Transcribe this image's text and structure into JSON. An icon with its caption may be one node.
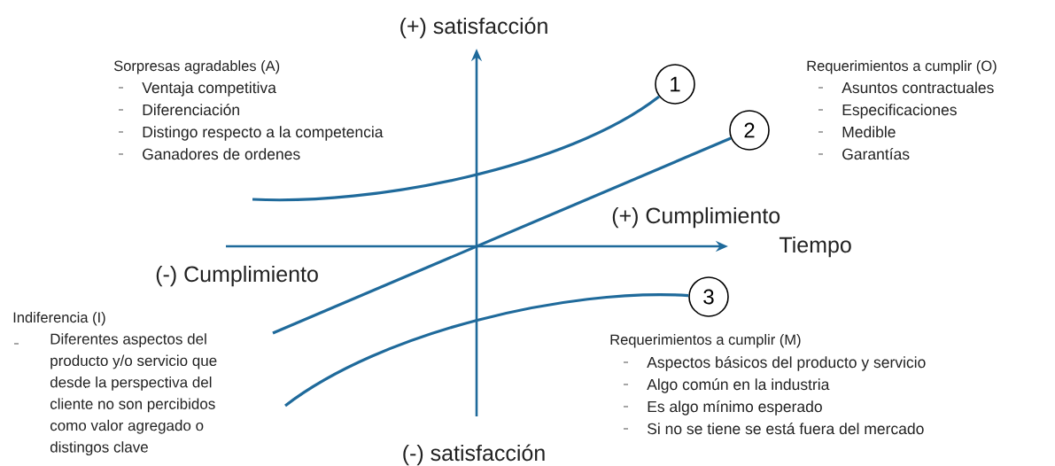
{
  "diagram": {
    "nodes": [
      {
        "text": [
          "1"
        ]
      },
      {
        "text": [
          "2"
        ]
      },
      {
        "text": [
          "3"
        ]
      }
    ],
    "edges": [
      {
        "from": null,
        "to": 0,
        "arrow": "none"
      },
      {
        "from": null,
        "to": 1,
        "arrow": "none"
      },
      {
        "from": null,
        "to": 2,
        "arrow": "none"
      }
    ],
    "labels": [
      "(+) satisfacción",
      "Sorpresas agradables (A)",
      "Ventaja competitiva",
      "Diferenciación",
      "Distingo respecto a la competencia",
      "Ganadores de ordenes",
      "Requerimientos a cumplir (O)",
      "Asuntos contractuales",
      "Especificaciones",
      "Medible",
      "Garantías",
      "(+) Cumplimiento",
      "Tiempo",
      "(-) Cumplimiento",
      "Indiferencia (I)",
      "Diferentes aspectos del producto y/o servicio que desde la perspectiva del cliente no son percibidos como valor agregado o distingos clave",
      "Requerimientos a cumplir (M)",
      "Aspectos básicos del producto y servicio",
      "Algo común en la industria",
      "Es algo mínimo esperado",
      "Si no se tiene se está fuera del mercado",
      "(-) satisfacción"
    ]
  }
}
